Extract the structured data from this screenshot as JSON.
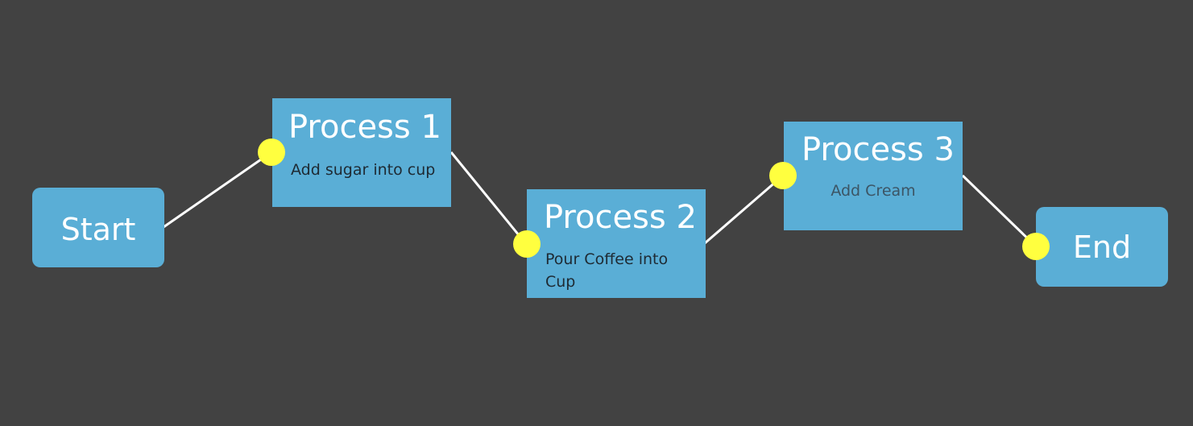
{
  "diagram": {
    "colors": {
      "background": "#424242",
      "box": "#5aaed6",
      "title_text": "#ffffff",
      "desc_text": "#1e2a33",
      "muted_desc_text": "#3c5565",
      "connector": "#ffffff",
      "handle": "#ffff3f"
    },
    "nodes": {
      "start": {
        "label": "Start"
      },
      "process1": {
        "title": "Process 1",
        "desc": "Add sugar into cup"
      },
      "process2": {
        "title": "Process 2",
        "desc": "Pour Coffee into Cup"
      },
      "process3": {
        "title": "Process 3",
        "desc": "Add Cream"
      },
      "end": {
        "label": "End"
      }
    },
    "edges": [
      {
        "from": "start",
        "to": "process1"
      },
      {
        "from": "process1",
        "to": "process2"
      },
      {
        "from": "process2",
        "to": "process3"
      },
      {
        "from": "process3",
        "to": "end"
      }
    ]
  }
}
